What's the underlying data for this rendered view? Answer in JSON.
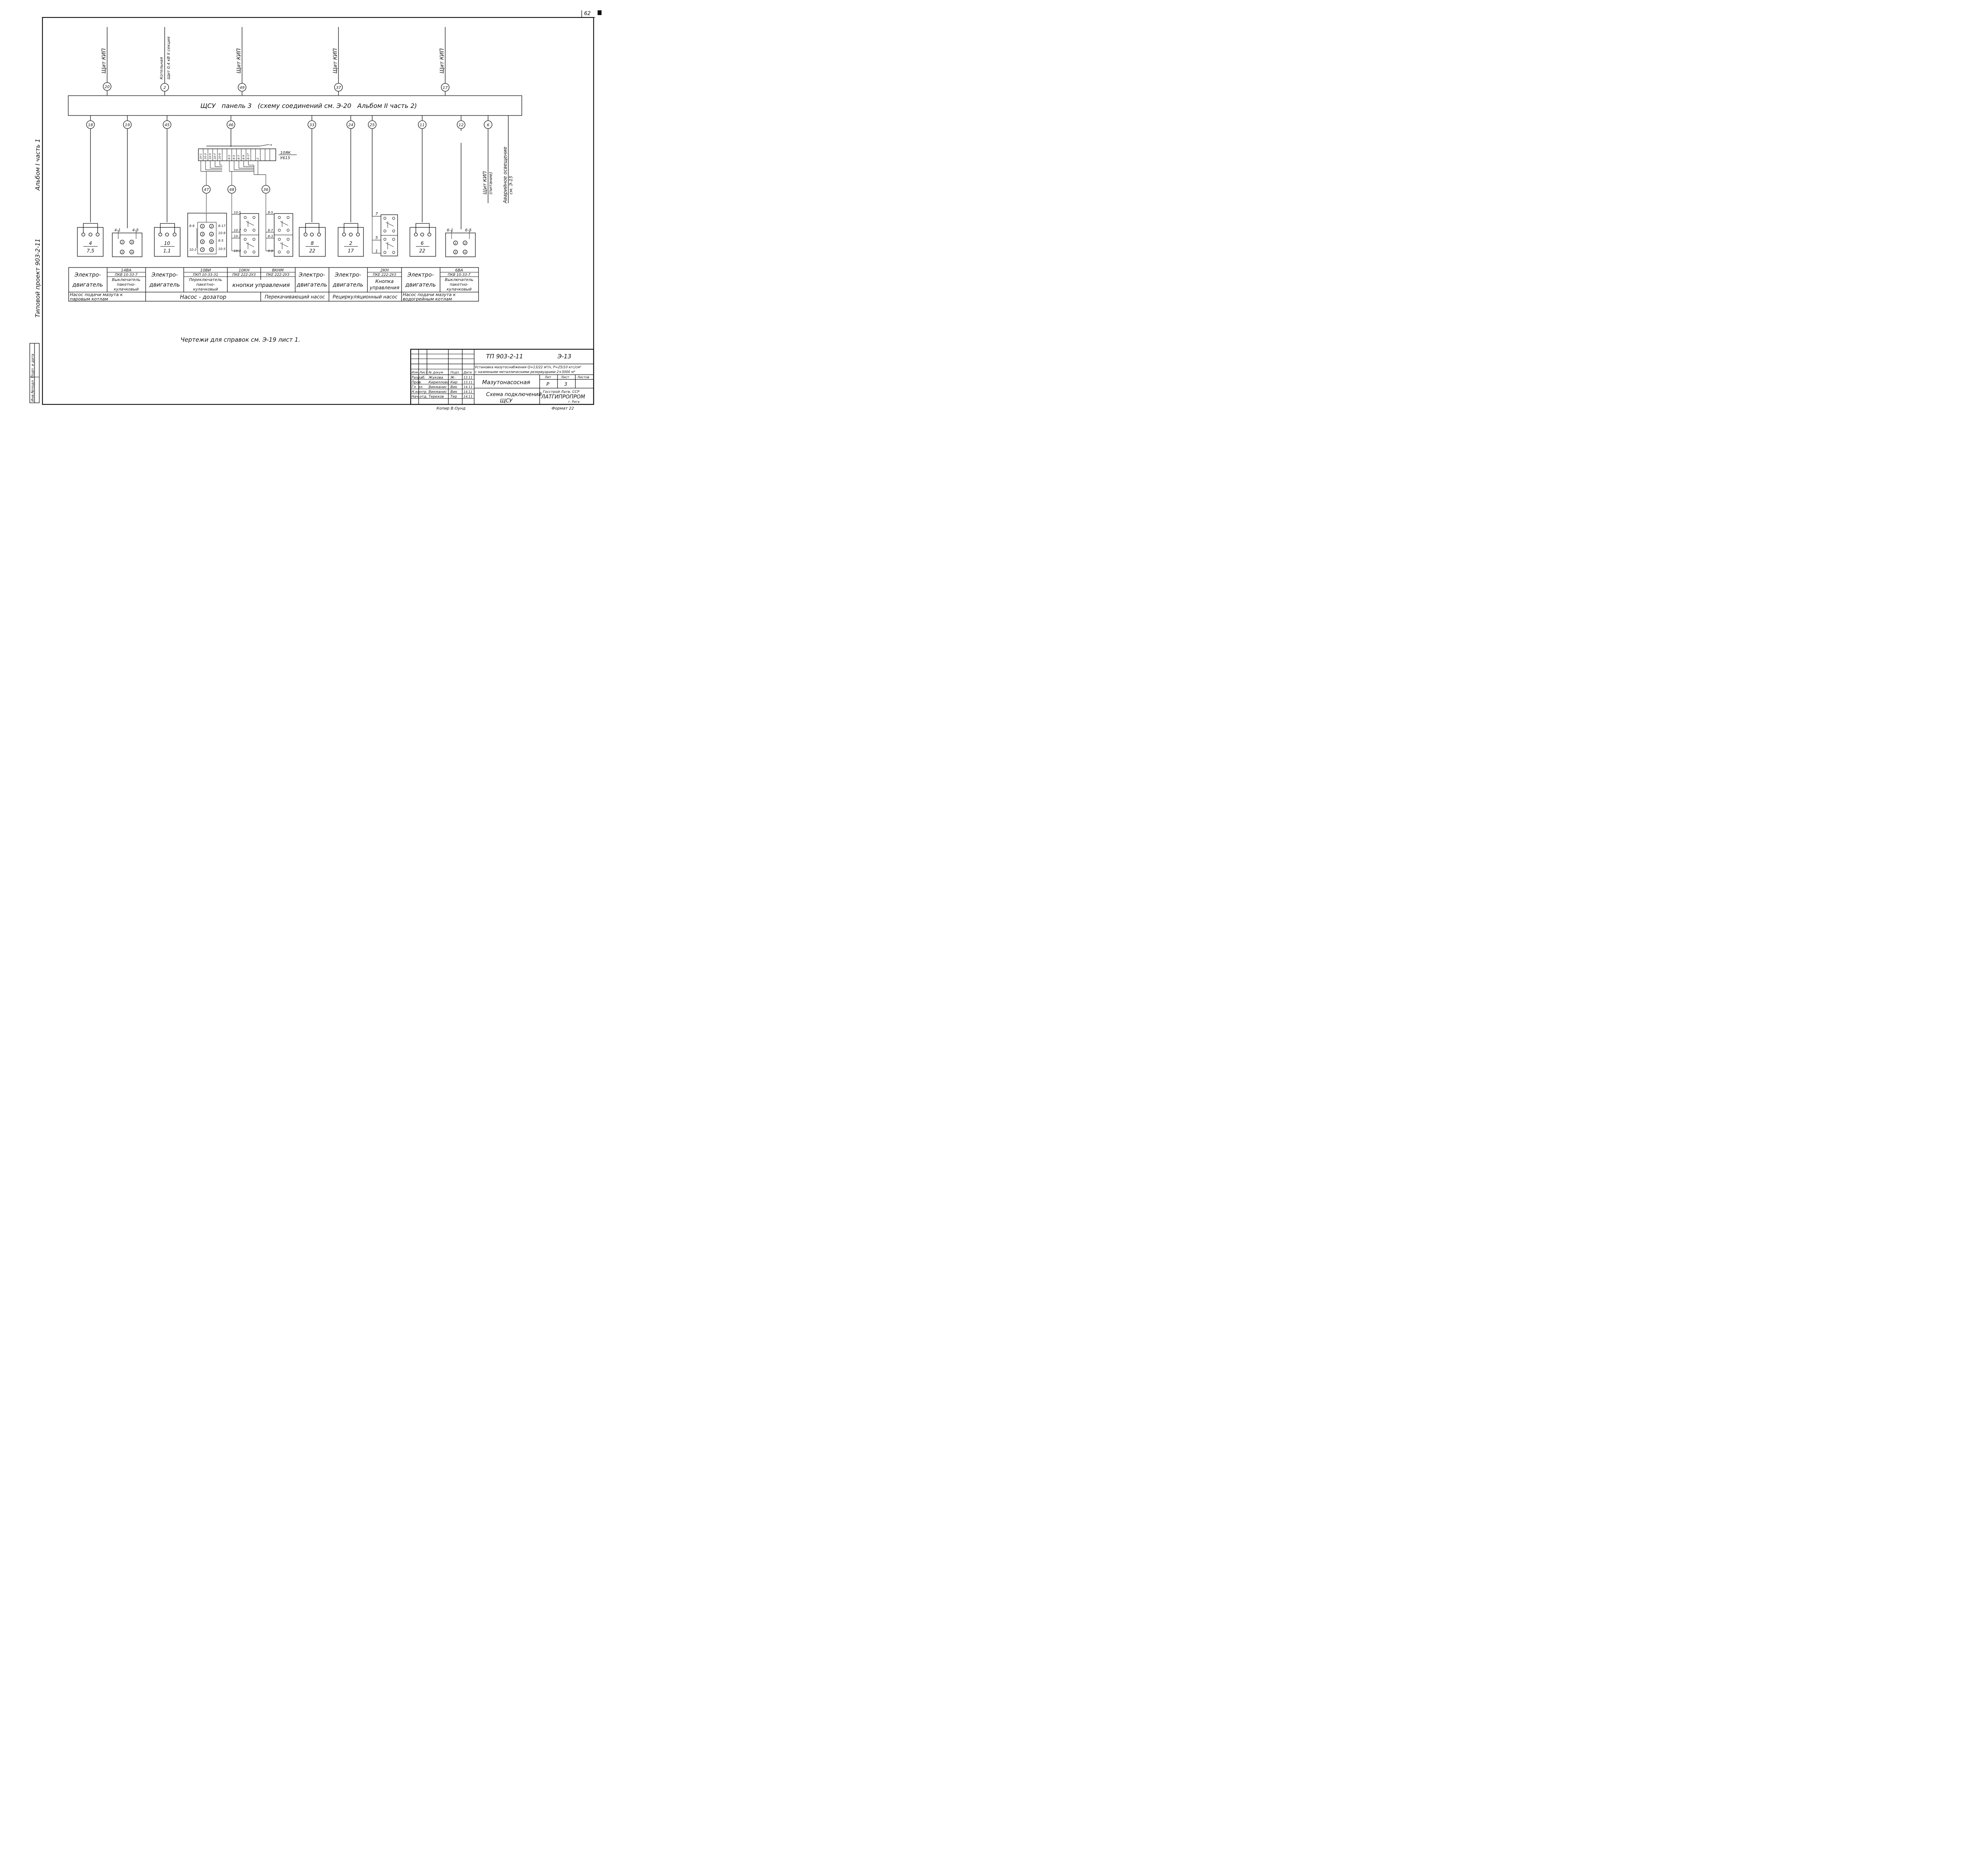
{
  "page_number": "62",
  "left_margin": {
    "project": "Типовой проект 903-2-11",
    "album": "Альбом I часть 1",
    "stamp": "Инв.№подл. Подп. и дата"
  },
  "top_cables": [
    {
      "num": "20",
      "dest": "Щит КИП"
    },
    {
      "num": "2",
      "dest": "Котельная",
      "dest2": "Щит 0,4 кВ II секция"
    },
    {
      "num": "49",
      "dest": "Щит КИП"
    },
    {
      "num": "37",
      "dest": "Щит КИП"
    },
    {
      "num": "17",
      "dest": "Щит КИП"
    }
  ],
  "panel_title": "ЩСУ   панель 3   (схему соединений см. Э-20   Альбом II часть 2)",
  "bottom_cables": [
    "18",
    "19",
    "45",
    "46",
    "33",
    "24",
    "25",
    "11",
    "12",
    "6"
  ],
  "right_notes": {
    "shchit_kip": "Щит КИП",
    "pitanie": "(питание)",
    "avar": "Аварийное освещение",
    "see": "см. Э-15"
  },
  "terminal_block": {
    "top_labels": [
      "10-1",
      "10-3",
      "10-5",
      "10-7",
      "10-9",
      "8-3",
      "8-5",
      "8-7",
      "8-9",
      "8-17",
      "2"
    ],
    "designation": "10ЯК",
    "type": "У615"
  },
  "mid_cables": [
    "47",
    "48",
    "36"
  ],
  "devices": [
    {
      "label": "4",
      "sub": "7,5"
    },
    {
      "terms": [
        "4-1",
        "4-5"
      ],
      "pins": [
        "1",
        "3",
        "2",
        "4"
      ]
    },
    {
      "label": "10",
      "sub": "1,1"
    },
    {
      "terms_left": [
        "8-9",
        "10-3"
      ],
      "terms_right": [
        "8-17",
        "10-9",
        "8-5",
        "10-5"
      ],
      "pins": [
        "1",
        "2",
        "3",
        "4",
        "5",
        "6",
        "7",
        "8"
      ]
    },
    {
      "terms": [
        "10-5",
        "10-7",
        "10-1",
        "10-3"
      ]
    },
    {
      "terms": [
        "8-5",
        "8-7",
        "8-3",
        "8-9"
      ]
    },
    {
      "label": "8",
      "sub": "22"
    },
    {
      "label": "2",
      "sub": "17"
    },
    {
      "terms": [
        "7",
        "5",
        "1"
      ]
    },
    {
      "label": "6",
      "sub": "22"
    },
    {
      "terms": [
        "6-1",
        "6-5"
      ],
      "pins": [
        "1",
        "2",
        "3",
        "4"
      ]
    }
  ],
  "table": {
    "cells": [
      {
        "id": "c1",
        "top": "",
        "l1": "Электро-",
        "l2": "двигатель"
      },
      {
        "id": "c2",
        "top": "14ВА",
        "type": "ПКВ 10-33-7",
        "l1": "Выключатель",
        "l2": "пакетно-",
        "l3": "кулачковый"
      },
      {
        "id": "c3",
        "top": "",
        "l1": "Электро-",
        "l2": "двигатель"
      },
      {
        "id": "c4",
        "top": "10ВИ",
        "type": "ПКП 10-33-31",
        "l1": "Переключатель",
        "l2": "пакетно-",
        "l3": "кулачковый"
      },
      {
        "id": "c5",
        "top": "10КН",
        "type": "ПКЕ 222-2У3"
      },
      {
        "id": "c6",
        "top": "8КНМ",
        "type": "ПКЕ 222-2У3"
      },
      {
        "id": "c7",
        "top": "",
        "l1": "Электро-",
        "l2": "двигатель"
      },
      {
        "id": "c8",
        "top": "",
        "l1": "Электро-",
        "l2": "двигатель"
      },
      {
        "id": "c9",
        "top": "2КН",
        "type": "ПКЕ 222-2У3",
        "l1": "Кнопка",
        "l2": "управления"
      },
      {
        "id": "c10",
        "top": "",
        "l1": "Электро-",
        "l2": "двигатель"
      },
      {
        "id": "c11",
        "top": "6ВА",
        "type": "ПКВ 10-33-7",
        "l1": "Выключатель",
        "l2": "пакетно-",
        "l3": "кулачковый"
      }
    ],
    "buttons_label": "кнопки управления",
    "purposes": [
      {
        "l1": "Насос подачи мазута к",
        "l2": "паровым котлам"
      },
      {
        "l1": "Насос - дозатор"
      },
      {
        "l1": "Перекачивающий насос"
      },
      {
        "l1": "Рециркуляционный насос"
      },
      {
        "l1": "Насос подачи мазута к",
        "l2": "водогрейным котлам"
      }
    ]
  },
  "reference_note": "Чертежи для справок см. Э-19 лист 1.",
  "title_block": {
    "code": "ТП 903-2-11",
    "sheet_code": "Э-13",
    "desc1": "Установка мазутоснабжения Q=13/22 м³/ч, P=25/10 кгс/см²",
    "desc2": "с наземными металлическими резервуарами 2×3000 м³",
    "col_headers": [
      "Изм.",
      "Лист",
      "№ докум",
      "Подп.",
      "Дата"
    ],
    "roles": [
      {
        "role": "Разраб.",
        "name": "Жукова",
        "sign": "Ж-",
        "date": "13.11"
      },
      {
        "role": "Пров.",
        "name": "Кириллова",
        "sign": "Кир",
        "date": "13.11"
      },
      {
        "role": "Гл. эл.",
        "name": "Викманис",
        "sign": "Вик",
        "date": "14.11"
      },
      {
        "role": "Н.контр.",
        "name": "Викманис",
        "sign": "Вик",
        "date": "14.11"
      },
      {
        "role": "Нач.отд.",
        "name": "Терехов",
        "sign": "Тер",
        "date": "14.11"
      }
    ],
    "building": "Мазутонасосная",
    "drawing1": "Схема подключений",
    "drawing2": "ЩСУ",
    "stage_headers": [
      "Лит",
      "Лист",
      "Листов"
    ],
    "stage": "Р",
    "sheet": "3",
    "org1": "Госстрой Латв. ССР",
    "org2": "ЛАТГИПРОПРОМ",
    "org3": "г. Рига"
  },
  "copy_note": "Копир В.Оунд",
  "format_note": "Формат 22"
}
